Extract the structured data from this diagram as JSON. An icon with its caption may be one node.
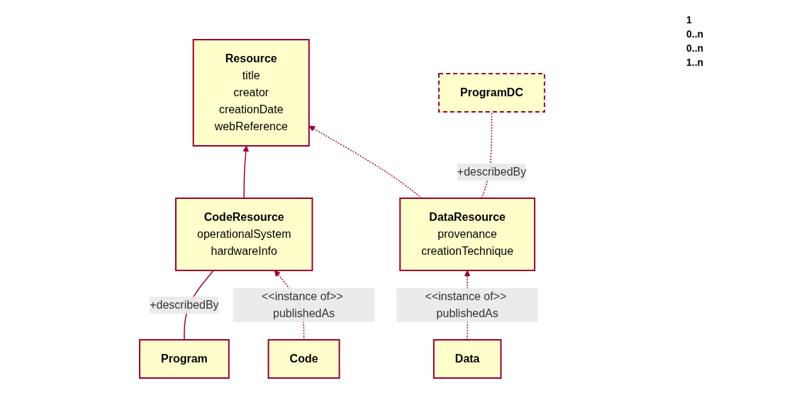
{
  "diagram": {
    "nodes": [
      {
        "text": [
          "Resource",
          "title",
          "creator",
          "creationDate",
          "webReference"
        ]
      },
      {
        "text": [
          "Program"
        ]
      },
      {
        "text": [
          "CodeResource",
          "operationalSystem",
          "hardwareInfo"
        ]
      },
      {
        "text": [
          "DataResource",
          "provenance",
          "creationTechnique"
        ]
      },
      {
        "text": [
          "ProgramDC"
        ]
      },
      {
        "text": [
          "Code"
        ]
      },
      {
        "text": [
          "Data"
        ]
      }
    ],
    "edges": [
      {
        "from": 2,
        "to": 0,
        "arrow": "to"
      },
      {
        "from": 3,
        "to": 0,
        "arrow": "to",
        "style": "dashed"
      },
      {
        "from": 1,
        "to": 2,
        "arrow": "none",
        "label": "+describedBy"
      },
      {
        "from": 3,
        "to": 4,
        "arrow": "none",
        "label": "+describedBy",
        "style": "dashed"
      },
      {
        "from": 5,
        "to": 2,
        "arrow": "to",
        "label": "<<instance of>> publishedAs",
        "style": "dashed"
      },
      {
        "from": 6,
        "to": 3,
        "arrow": "to",
        "label": "<<instance of>> publishedAs",
        "style": "dashed"
      }
    ],
    "labels": [
      "1",
      "0..n",
      "0..n",
      "1..n"
    ]
  }
}
